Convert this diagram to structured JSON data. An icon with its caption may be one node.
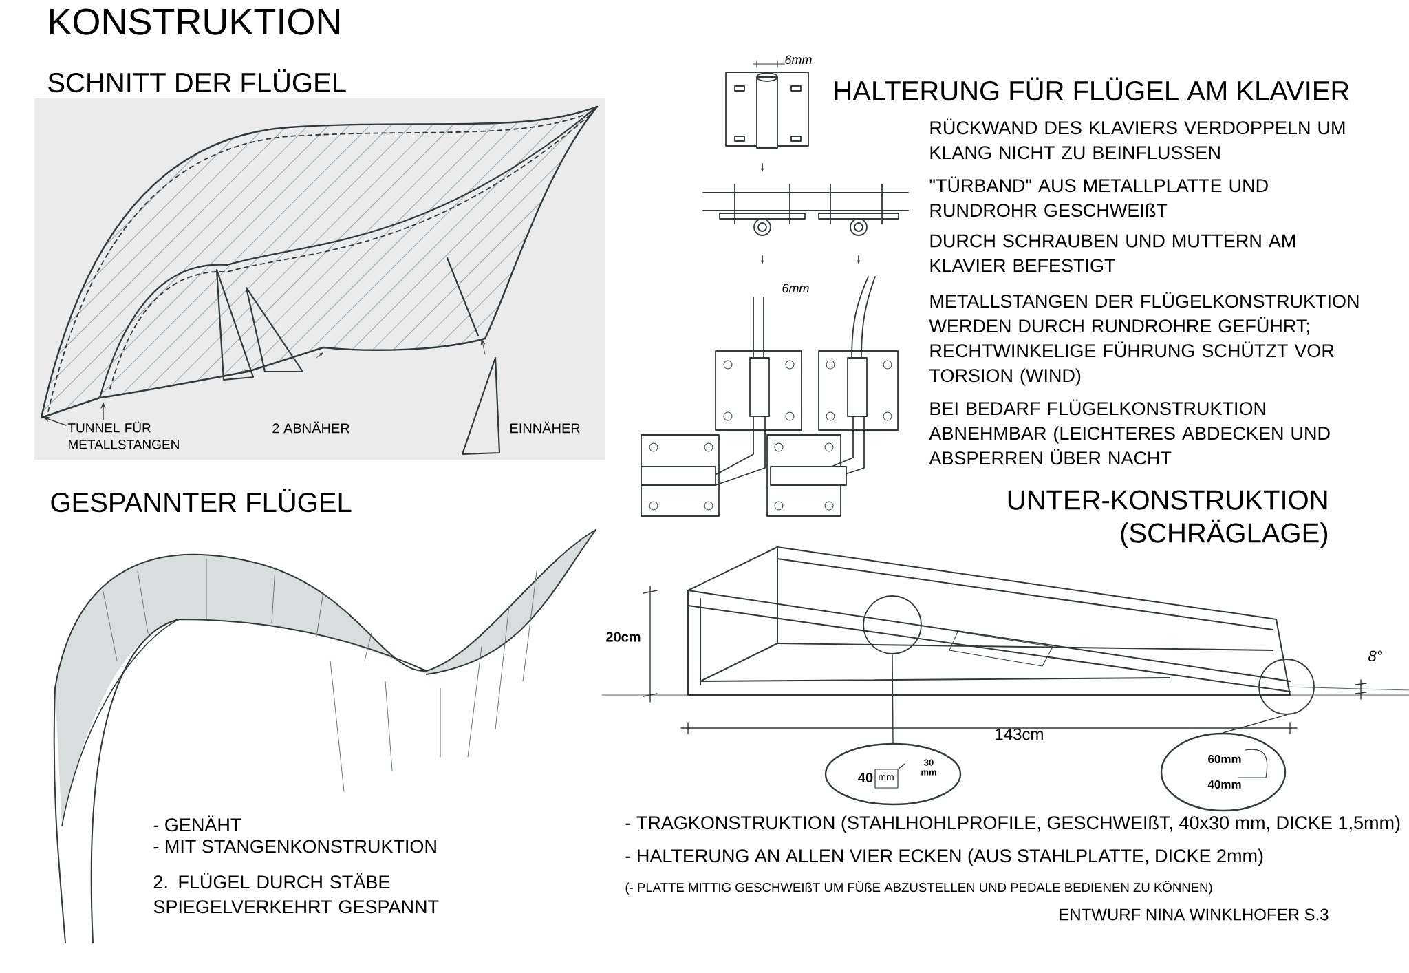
{
  "diagram": {
    "title": "KONSTRUKTION",
    "nodes": [
      {
        "text": [
          "TUNNEL FÜR METALLSTANGEN"
        ]
      },
      {
        "text": [],
        "shape": "circle"
      },
      {
        "text": [
          "40",
          "mm",
          "30 mm"
        ]
      },
      {
        "text": [],
        "shape": "circle"
      },
      {
        "text": [
          "60mm",
          "40mm"
        ]
      }
    ],
    "edges": [
      {
        "from": 0,
        "to": null,
        "arrow": "to"
      },
      {
        "from": 0,
        "to": null,
        "arrow": "to"
      },
      {
        "from": 1,
        "to": 2,
        "arrow": "none"
      },
      {
        "from": 3,
        "to": 4,
        "arrow": "none"
      }
    ],
    "labels": [
      "SCHNITT DER FLÜGEL",
      "2 ABNÄHER",
      "EINNÄHER",
      "6mm",
      "HALTERUNG FÜR FLÜGEL AM KLAVIER",
      "RÜCKWAND DES KLAVIERS VERDOPPELN UM KLANG NICHT ZU BEINFLUSSEN",
      "\"TÜRBAND\" AUS METALLPLATTE UND RUNDROHR GESCHWEIßT",
      "DURCH SCHRAUBEN UND MUTTERN AM KLAVIER BEFESTIGT",
      "METALLSTANGEN DER FLÜGELKONSTRUKTION WERDEN DURCH RUNDROHRE GEFÜHRT; RECHTWINKELIGE FÜHRUNG SCHÜTZT VOR TORSION (WIND)",
      "BEI BEDARF FLÜGELKONSTRUKTION ABNEHMBAR (LEICHTERES ABDECKEN UND ABSPERREN ÜBER NACHT",
      "6mm",
      "GESPANNTER FLÜGEL",
      "UNTER-KONSTRUKTION (SCHRÄGLAGE)",
      "20cm",
      "8°",
      "143cm",
      "- GENÄHT",
      "- MIT STANGENKONSTRUKTION",
      "2. FLÜGEL DURCH STÄBE SPIEGELVERKEHRT GESPANNT",
      "- TRAGKONSTRUKTION (STAHLHOHLPROFILE, GESCHWEIßT, 40x30 mm, DICKE 1,5mm)",
      "- HALTERUNG AN ALLEN VIER ECKEN (AUS STAHLPLATTE, DICKE 2mm)",
      "(- PLATTE MITTIG GESCHWEIßT UM FÜßE ABZUSTELLEN UND PEDALE BEDIENEN ZU KÖNNEN)",
      "ENTWURF NINA WINKLHOFER S.3"
    ]
  }
}
